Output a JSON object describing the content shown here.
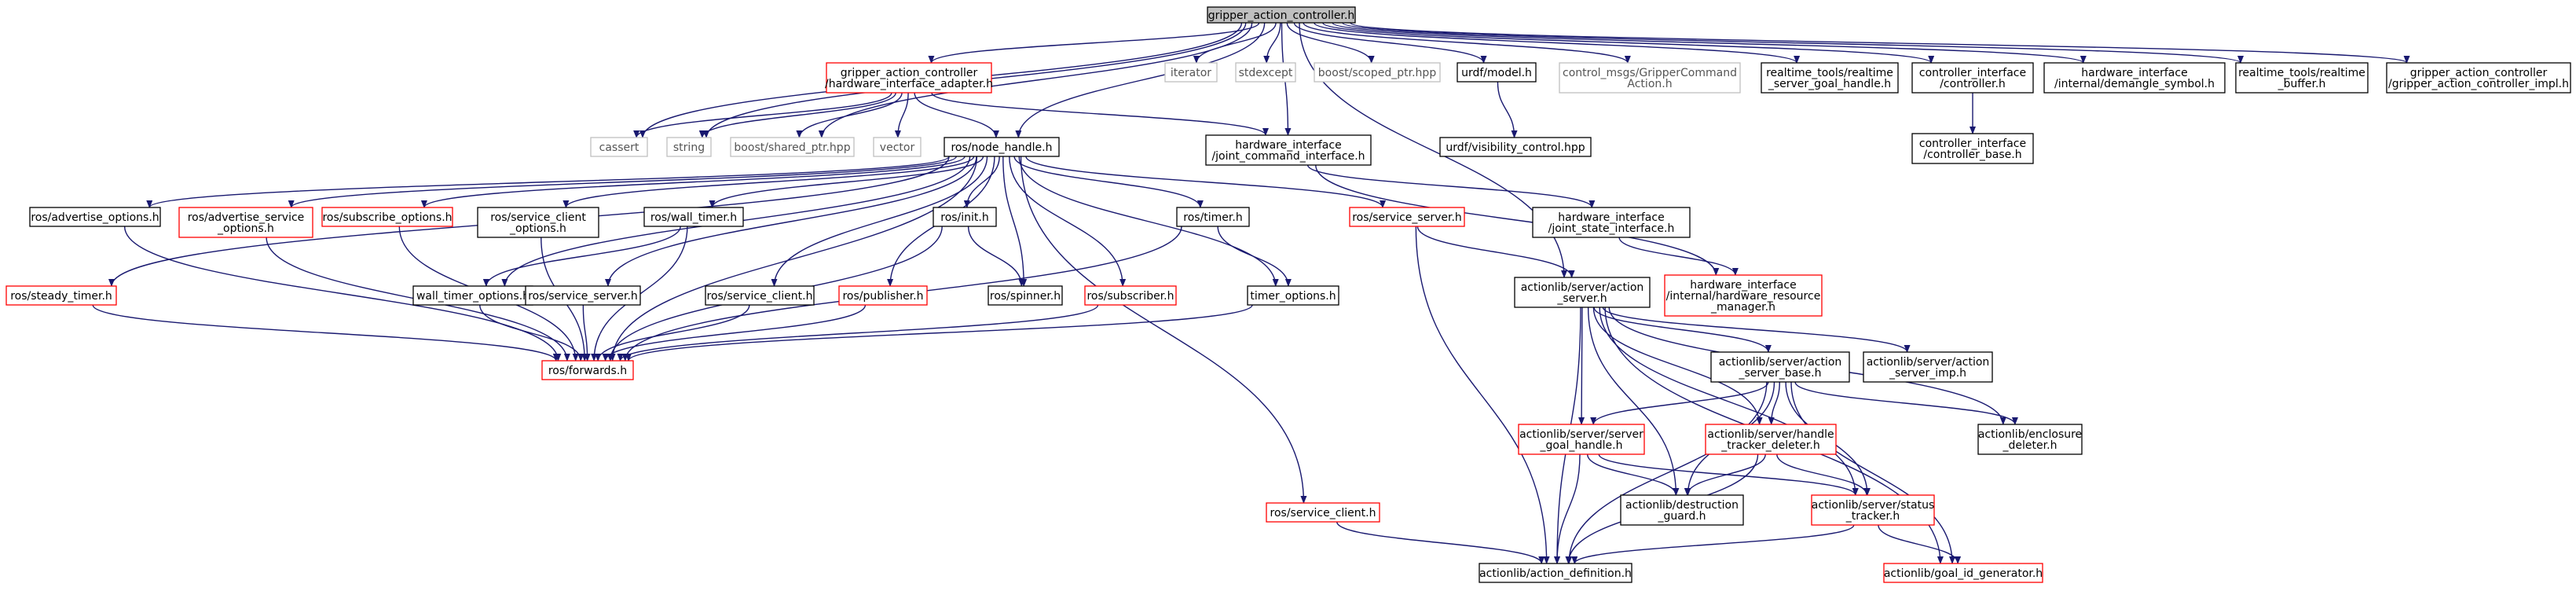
{
  "diagram": {
    "colors": {
      "edge": "#191970",
      "root_fill": "#bfbfbf",
      "documented_border": "#000000",
      "truncated_border": "#ff0000",
      "undocumented_border": "#bfbfbf"
    },
    "nodes": [
      {
        "id": "root",
        "lines": [
          "gripper_action_controller.h"
        ],
        "style": "root"
      },
      {
        "id": "cassert",
        "lines": [
          "cassert"
        ],
        "style": "grey"
      },
      {
        "id": "string",
        "lines": [
          "string"
        ],
        "style": "grey"
      },
      {
        "id": "shared_ptr",
        "lines": [
          "boost/shared_ptr.hpp"
        ],
        "style": "grey"
      },
      {
        "id": "vector",
        "lines": [
          "vector"
        ],
        "style": "grey"
      },
      {
        "id": "adapter",
        "lines": [
          "gripper_action_controller",
          "/hardware_interface_adapter.h"
        ],
        "style": "red"
      },
      {
        "id": "node_handle",
        "lines": [
          "ros/node_handle.h"
        ],
        "style": "black"
      },
      {
        "id": "iterator",
        "lines": [
          "iterator"
        ],
        "style": "grey"
      },
      {
        "id": "stdexcept",
        "lines": [
          "stdexcept"
        ],
        "style": "grey"
      },
      {
        "id": "scoped_ptr",
        "lines": [
          "boost/scoped_ptr.hpp"
        ],
        "style": "grey"
      },
      {
        "id": "urdf_model",
        "lines": [
          "urdf/model.h"
        ],
        "style": "black"
      },
      {
        "id": "urdf_vis",
        "lines": [
          "urdf/visibility_control.hpp"
        ],
        "style": "black"
      },
      {
        "id": "control_msgs",
        "lines": [
          "control_msgs/GripperCommand",
          "Action.h"
        ],
        "style": "grey"
      },
      {
        "id": "rt_goal",
        "lines": [
          "realtime_tools/realtime",
          "_server_goal_handle.h"
        ],
        "style": "black"
      },
      {
        "id": "ci_controller",
        "lines": [
          "controller_interface",
          "/controller.h"
        ],
        "style": "black"
      },
      {
        "id": "ci_base",
        "lines": [
          "controller_interface",
          "/controller_base.h"
        ],
        "style": "black"
      },
      {
        "id": "demangle",
        "lines": [
          "hardware_interface",
          "/internal/demangle_symbol.h"
        ],
        "style": "black"
      },
      {
        "id": "rt_buffer",
        "lines": [
          "realtime_tools/realtime",
          "_buffer.h"
        ],
        "style": "black"
      },
      {
        "id": "impl",
        "lines": [
          "gripper_action_controller",
          "/gripper_action_controller_impl.h"
        ],
        "style": "black"
      },
      {
        "id": "joint_cmd",
        "lines": [
          "hardware_interface",
          "/joint_command_interface.h"
        ],
        "style": "black"
      },
      {
        "id": "joint_state",
        "lines": [
          "hardware_interface",
          "/joint_state_interface.h"
        ],
        "style": "black"
      },
      {
        "id": "hw_res",
        "lines": [
          "hardware_interface",
          "/internal/hardware_resource",
          "_manager.h"
        ],
        "style": "red"
      },
      {
        "id": "advertise_opts",
        "lines": [
          "ros/advertise_options.h"
        ],
        "style": "black"
      },
      {
        "id": "adv_service_opts",
        "lines": [
          "ros/advertise_service",
          "_options.h"
        ],
        "style": "red"
      },
      {
        "id": "subscribe_opts",
        "lines": [
          "ros/subscribe_options.h"
        ],
        "style": "red"
      },
      {
        "id": "svc_client_opts",
        "lines": [
          "ros/service_client",
          "_options.h"
        ],
        "style": "black"
      },
      {
        "id": "wall_timer",
        "lines": [
          "ros/wall_timer.h"
        ],
        "style": "black"
      },
      {
        "id": "init",
        "lines": [
          "ros/init.h"
        ],
        "style": "black"
      },
      {
        "id": "timer",
        "lines": [
          "ros/timer.h"
        ],
        "style": "black"
      },
      {
        "id": "service_server_red",
        "lines": [
          "ros/service_server.h"
        ],
        "style": "red"
      },
      {
        "id": "steady_timer",
        "lines": [
          "ros/steady_timer.h"
        ],
        "style": "red"
      },
      {
        "id": "wall_timer_opts",
        "lines": [
          "wall_timer_options.h"
        ],
        "style": "black"
      },
      {
        "id": "service_server_blk",
        "lines": [
          "ros/service_server.h"
        ],
        "style": "black"
      },
      {
        "id": "service_client",
        "lines": [
          "ros/service_client.h"
        ],
        "style": "black"
      },
      {
        "id": "publisher",
        "lines": [
          "ros/publisher.h"
        ],
        "style": "red"
      },
      {
        "id": "spinner",
        "lines": [
          "ros/spinner.h"
        ],
        "style": "black"
      },
      {
        "id": "subscriber",
        "lines": [
          "ros/subscriber.h"
        ],
        "style": "red"
      },
      {
        "id": "timer_opts",
        "lines": [
          "timer_options.h"
        ],
        "style": "black"
      },
      {
        "id": "forwards",
        "lines": [
          "ros/forwards.h"
        ],
        "style": "red"
      },
      {
        "id": "service_client_red",
        "lines": [
          "ros/service_client.h"
        ],
        "style": "red"
      },
      {
        "id": "action_server",
        "lines": [
          "actionlib/server/action",
          "_server.h"
        ],
        "style": "black"
      },
      {
        "id": "as_base",
        "lines": [
          "actionlib/server/action",
          "_server_base.h"
        ],
        "style": "black"
      },
      {
        "id": "as_imp",
        "lines": [
          "actionlib/server/action",
          "_server_imp.h"
        ],
        "style": "black"
      },
      {
        "id": "srv_goal",
        "lines": [
          "actionlib/server/server",
          "_goal_handle.h"
        ],
        "style": "red"
      },
      {
        "id": "handle_deleter",
        "lines": [
          "actionlib/server/handle",
          "_tracker_deleter.h"
        ],
        "style": "red"
      },
      {
        "id": "enclosure",
        "lines": [
          "actionlib/enclosure",
          "_deleter.h"
        ],
        "style": "black"
      },
      {
        "id": "destruction",
        "lines": [
          "actionlib/destruction",
          "_guard.h"
        ],
        "style": "black"
      },
      {
        "id": "status_tracker",
        "lines": [
          "actionlib/server/status",
          "_tracker.h"
        ],
        "style": "red"
      },
      {
        "id": "action_def",
        "lines": [
          "actionlib/action_definition.h"
        ],
        "style": "black"
      },
      {
        "id": "goal_id_gen",
        "lines": [
          "actionlib/goal_id_generator.h"
        ],
        "style": "red"
      }
    ],
    "edges": [
      [
        "root",
        "cassert"
      ],
      [
        "root",
        "string"
      ],
      [
        "root",
        "shared_ptr"
      ],
      [
        "root",
        "adapter"
      ],
      [
        "root",
        "node_handle"
      ],
      [
        "root",
        "iterator"
      ],
      [
        "root",
        "stdexcept"
      ],
      [
        "root",
        "scoped_ptr"
      ],
      [
        "root",
        "urdf_model"
      ],
      [
        "root",
        "control_msgs"
      ],
      [
        "root",
        "rt_goal"
      ],
      [
        "root",
        "ci_controller"
      ],
      [
        "root",
        "demangle"
      ],
      [
        "root",
        "rt_buffer"
      ],
      [
        "root",
        "impl"
      ],
      [
        "root",
        "joint_cmd"
      ],
      [
        "root",
        "action_server"
      ],
      [
        "adapter",
        "cassert"
      ],
      [
        "adapter",
        "string"
      ],
      [
        "adapter",
        "shared_ptr"
      ],
      [
        "adapter",
        "vector"
      ],
      [
        "adapter",
        "node_handle"
      ],
      [
        "adapter",
        "joint_cmd"
      ],
      [
        "urdf_model",
        "urdf_vis"
      ],
      [
        "ci_controller",
        "ci_base"
      ],
      [
        "joint_cmd",
        "joint_state"
      ],
      [
        "joint_cmd",
        "hw_res"
      ],
      [
        "joint_state",
        "hw_res"
      ],
      [
        "node_handle",
        "advertise_opts"
      ],
      [
        "node_handle",
        "adv_service_opts"
      ],
      [
        "node_handle",
        "subscribe_opts"
      ],
      [
        "node_handle",
        "svc_client_opts"
      ],
      [
        "node_handle",
        "wall_timer"
      ],
      [
        "node_handle",
        "init"
      ],
      [
        "node_handle",
        "timer"
      ],
      [
        "node_handle",
        "service_server_red"
      ],
      [
        "node_handle",
        "steady_timer"
      ],
      [
        "node_handle",
        "wall_timer_opts"
      ],
      [
        "node_handle",
        "service_server_blk"
      ],
      [
        "node_handle",
        "service_client"
      ],
      [
        "node_handle",
        "publisher"
      ],
      [
        "node_handle",
        "spinner"
      ],
      [
        "node_handle",
        "subscriber"
      ],
      [
        "node_handle",
        "timer_opts"
      ],
      [
        "node_handle",
        "forwards"
      ],
      [
        "node_handle",
        "service_client_red"
      ],
      [
        "advertise_opts",
        "forwards"
      ],
      [
        "adv_service_opts",
        "forwards"
      ],
      [
        "subscribe_opts",
        "forwards"
      ],
      [
        "svc_client_opts",
        "forwards"
      ],
      [
        "wall_timer",
        "wall_timer_opts"
      ],
      [
        "wall_timer",
        "forwards"
      ],
      [
        "init",
        "forwards"
      ],
      [
        "init",
        "spinner"
      ],
      [
        "timer",
        "timer_opts"
      ],
      [
        "timer",
        "forwards"
      ],
      [
        "steady_timer",
        "forwards"
      ],
      [
        "wall_timer_opts",
        "forwards"
      ],
      [
        "service_server_blk",
        "forwards"
      ],
      [
        "service_client",
        "forwards"
      ],
      [
        "publisher",
        "forwards"
      ],
      [
        "subscriber",
        "forwards"
      ],
      [
        "timer_opts",
        "forwards"
      ],
      [
        "service_server_red",
        "action_server"
      ],
      [
        "service_server_red",
        "action_def"
      ],
      [
        "service_client_red",
        "action_def"
      ],
      [
        "action_server",
        "as_base"
      ],
      [
        "action_server",
        "as_imp"
      ],
      [
        "action_server",
        "srv_goal"
      ],
      [
        "action_server",
        "destruction"
      ],
      [
        "action_server",
        "action_def"
      ],
      [
        "action_server",
        "status_tracker"
      ],
      [
        "action_server",
        "enclosure"
      ],
      [
        "action_server",
        "goal_id_gen"
      ],
      [
        "action_server",
        "handle_deleter"
      ],
      [
        "as_base",
        "srv_goal"
      ],
      [
        "as_base",
        "handle_deleter"
      ],
      [
        "as_base",
        "enclosure"
      ],
      [
        "as_base",
        "status_tracker"
      ],
      [
        "as_base",
        "destruction"
      ],
      [
        "as_base",
        "action_def"
      ],
      [
        "as_base",
        "goal_id_gen"
      ],
      [
        "srv_goal",
        "destruction"
      ],
      [
        "srv_goal",
        "action_def"
      ],
      [
        "srv_goal",
        "status_tracker"
      ],
      [
        "handle_deleter",
        "destruction"
      ],
      [
        "handle_deleter",
        "status_tracker"
      ],
      [
        "handle_deleter",
        "action_def"
      ],
      [
        "status_tracker",
        "action_def"
      ],
      [
        "status_tracker",
        "goal_id_gen"
      ]
    ]
  }
}
